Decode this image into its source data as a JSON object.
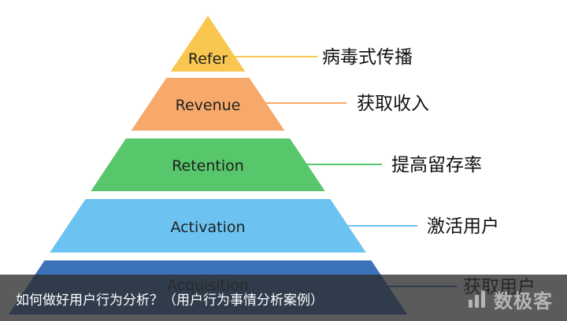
{
  "diagram": {
    "layers": [
      {
        "name": "Refer",
        "annotation": "病毒式传播",
        "color": "#F9C74F"
      },
      {
        "name": "Revenue",
        "annotation": "获取收入",
        "color": "#F6A96B"
      },
      {
        "name": "Retention",
        "annotation": "提高留存率",
        "color": "#58C66A"
      },
      {
        "name": "Activation",
        "annotation": "激活用户",
        "color": "#6CC3F2"
      },
      {
        "name": "Acquisition",
        "annotation": "获取用户",
        "color": "#3C73B8"
      }
    ],
    "connector_colors": [
      "#F9C74F",
      "#F6A96B",
      "#58C66A",
      "#6CC3F2",
      "#3C73B8"
    ]
  },
  "caption": {
    "text": "如何做好用户行为分析？（用户行为事情分析案例）"
  },
  "watermark": {
    "text": "数极客",
    "icon": "bar-chart-icon"
  }
}
